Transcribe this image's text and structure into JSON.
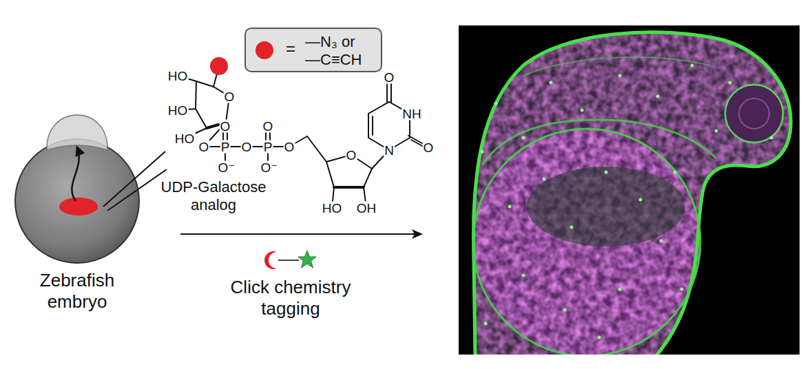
{
  "diagram": {
    "labels": [
      "HO",
      "HO",
      "HO",
      "O",
      "O",
      "O",
      "P",
      "O⁻",
      "O",
      "O",
      "P",
      "O⁻",
      "O",
      "O",
      "O",
      "NH",
      "O",
      "N",
      "HO",
      "OH",
      "UDP-Galactose analog",
      "Zebrafish embryo",
      "Click chemistry tagging",
      "="
    ],
    "legend": [
      {
        "text": "—N₃ or —C≡CH",
        "color": "#e3222a"
      }
    ]
  }
}
